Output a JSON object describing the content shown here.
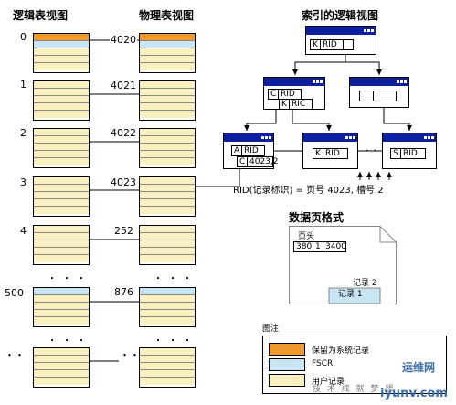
{
  "titles": {
    "logical": "逻辑表视图",
    "physical": "物理表视图",
    "index": "索引的逻辑视图",
    "data_page_format": "数据页格式"
  },
  "rows": [
    {
      "num": "0",
      "page": "4020"
    },
    {
      "num": "1",
      "page": "4021"
    },
    {
      "num": "2",
      "page": "4022"
    },
    {
      "num": "3",
      "page": "4023"
    },
    {
      "num": "4",
      "page": "252"
    },
    {
      "num": "500",
      "page": "876"
    }
  ],
  "ellipsis": "・・・",
  "row_dots_left": "・・",
  "index_cells": {
    "root_k": "K",
    "root_rid": "RID",
    "mid_c": "C",
    "mid_rid": "RID",
    "mid_k": "K",
    "mid_ric": "RIC",
    "leaf1_a": "A",
    "leaf1_rid": "RID",
    "leaf1_c": "C",
    "leaf1_val": "4023,2",
    "leaf2_k": "K",
    "leaf2_rid": "RID",
    "leaf3_s": "S",
    "leaf3_rid": "RID",
    "leaf_dots": "・・"
  },
  "rid_text": "RID(记录标识) = 页号 4023, 槽号 2",
  "data_page": {
    "header": "页头",
    "cells": [
      "380",
      "1",
      "3400"
    ],
    "rec2": "记录 2",
    "rec1": "记录 1"
  },
  "legend": {
    "title": "图注",
    "items": [
      {
        "label": "保留为系统记录",
        "color": "#f09a2e"
      },
      {
        "label": "FSCR",
        "color": "#c9e4f2"
      },
      {
        "label": "用户记录",
        "color": "#fbf1c0"
      }
    ]
  },
  "watermark": {
    "line1": "运维网",
    "line2": "技 术 成 就 梦 想",
    "url": "iyunv.com"
  }
}
